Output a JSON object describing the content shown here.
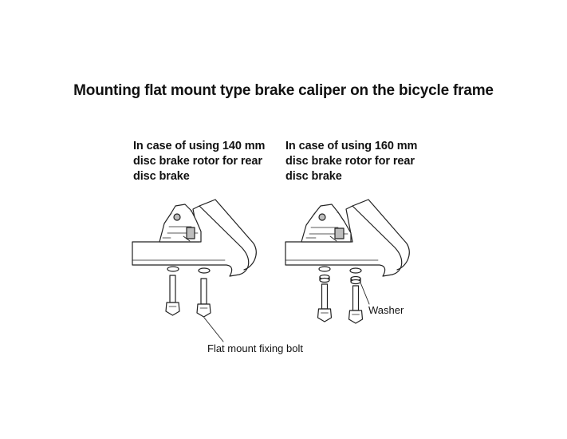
{
  "title": "Mounting flat mount type brake caliper on the bicycle frame",
  "panels": [
    {
      "caption_lines": [
        "In case of using 140 mm",
        "disc brake rotor for rear",
        "disc brake"
      ]
    },
    {
      "caption_lines": [
        "In case of using 160 mm",
        "disc brake rotor for rear",
        "disc brake"
      ]
    }
  ],
  "labels": {
    "washer": "Washer",
    "bolt": "Flat mount fixing bolt"
  },
  "colors": {
    "line": "#222222",
    "fill": "#ffffff",
    "shade": "#bdbdbd"
  }
}
